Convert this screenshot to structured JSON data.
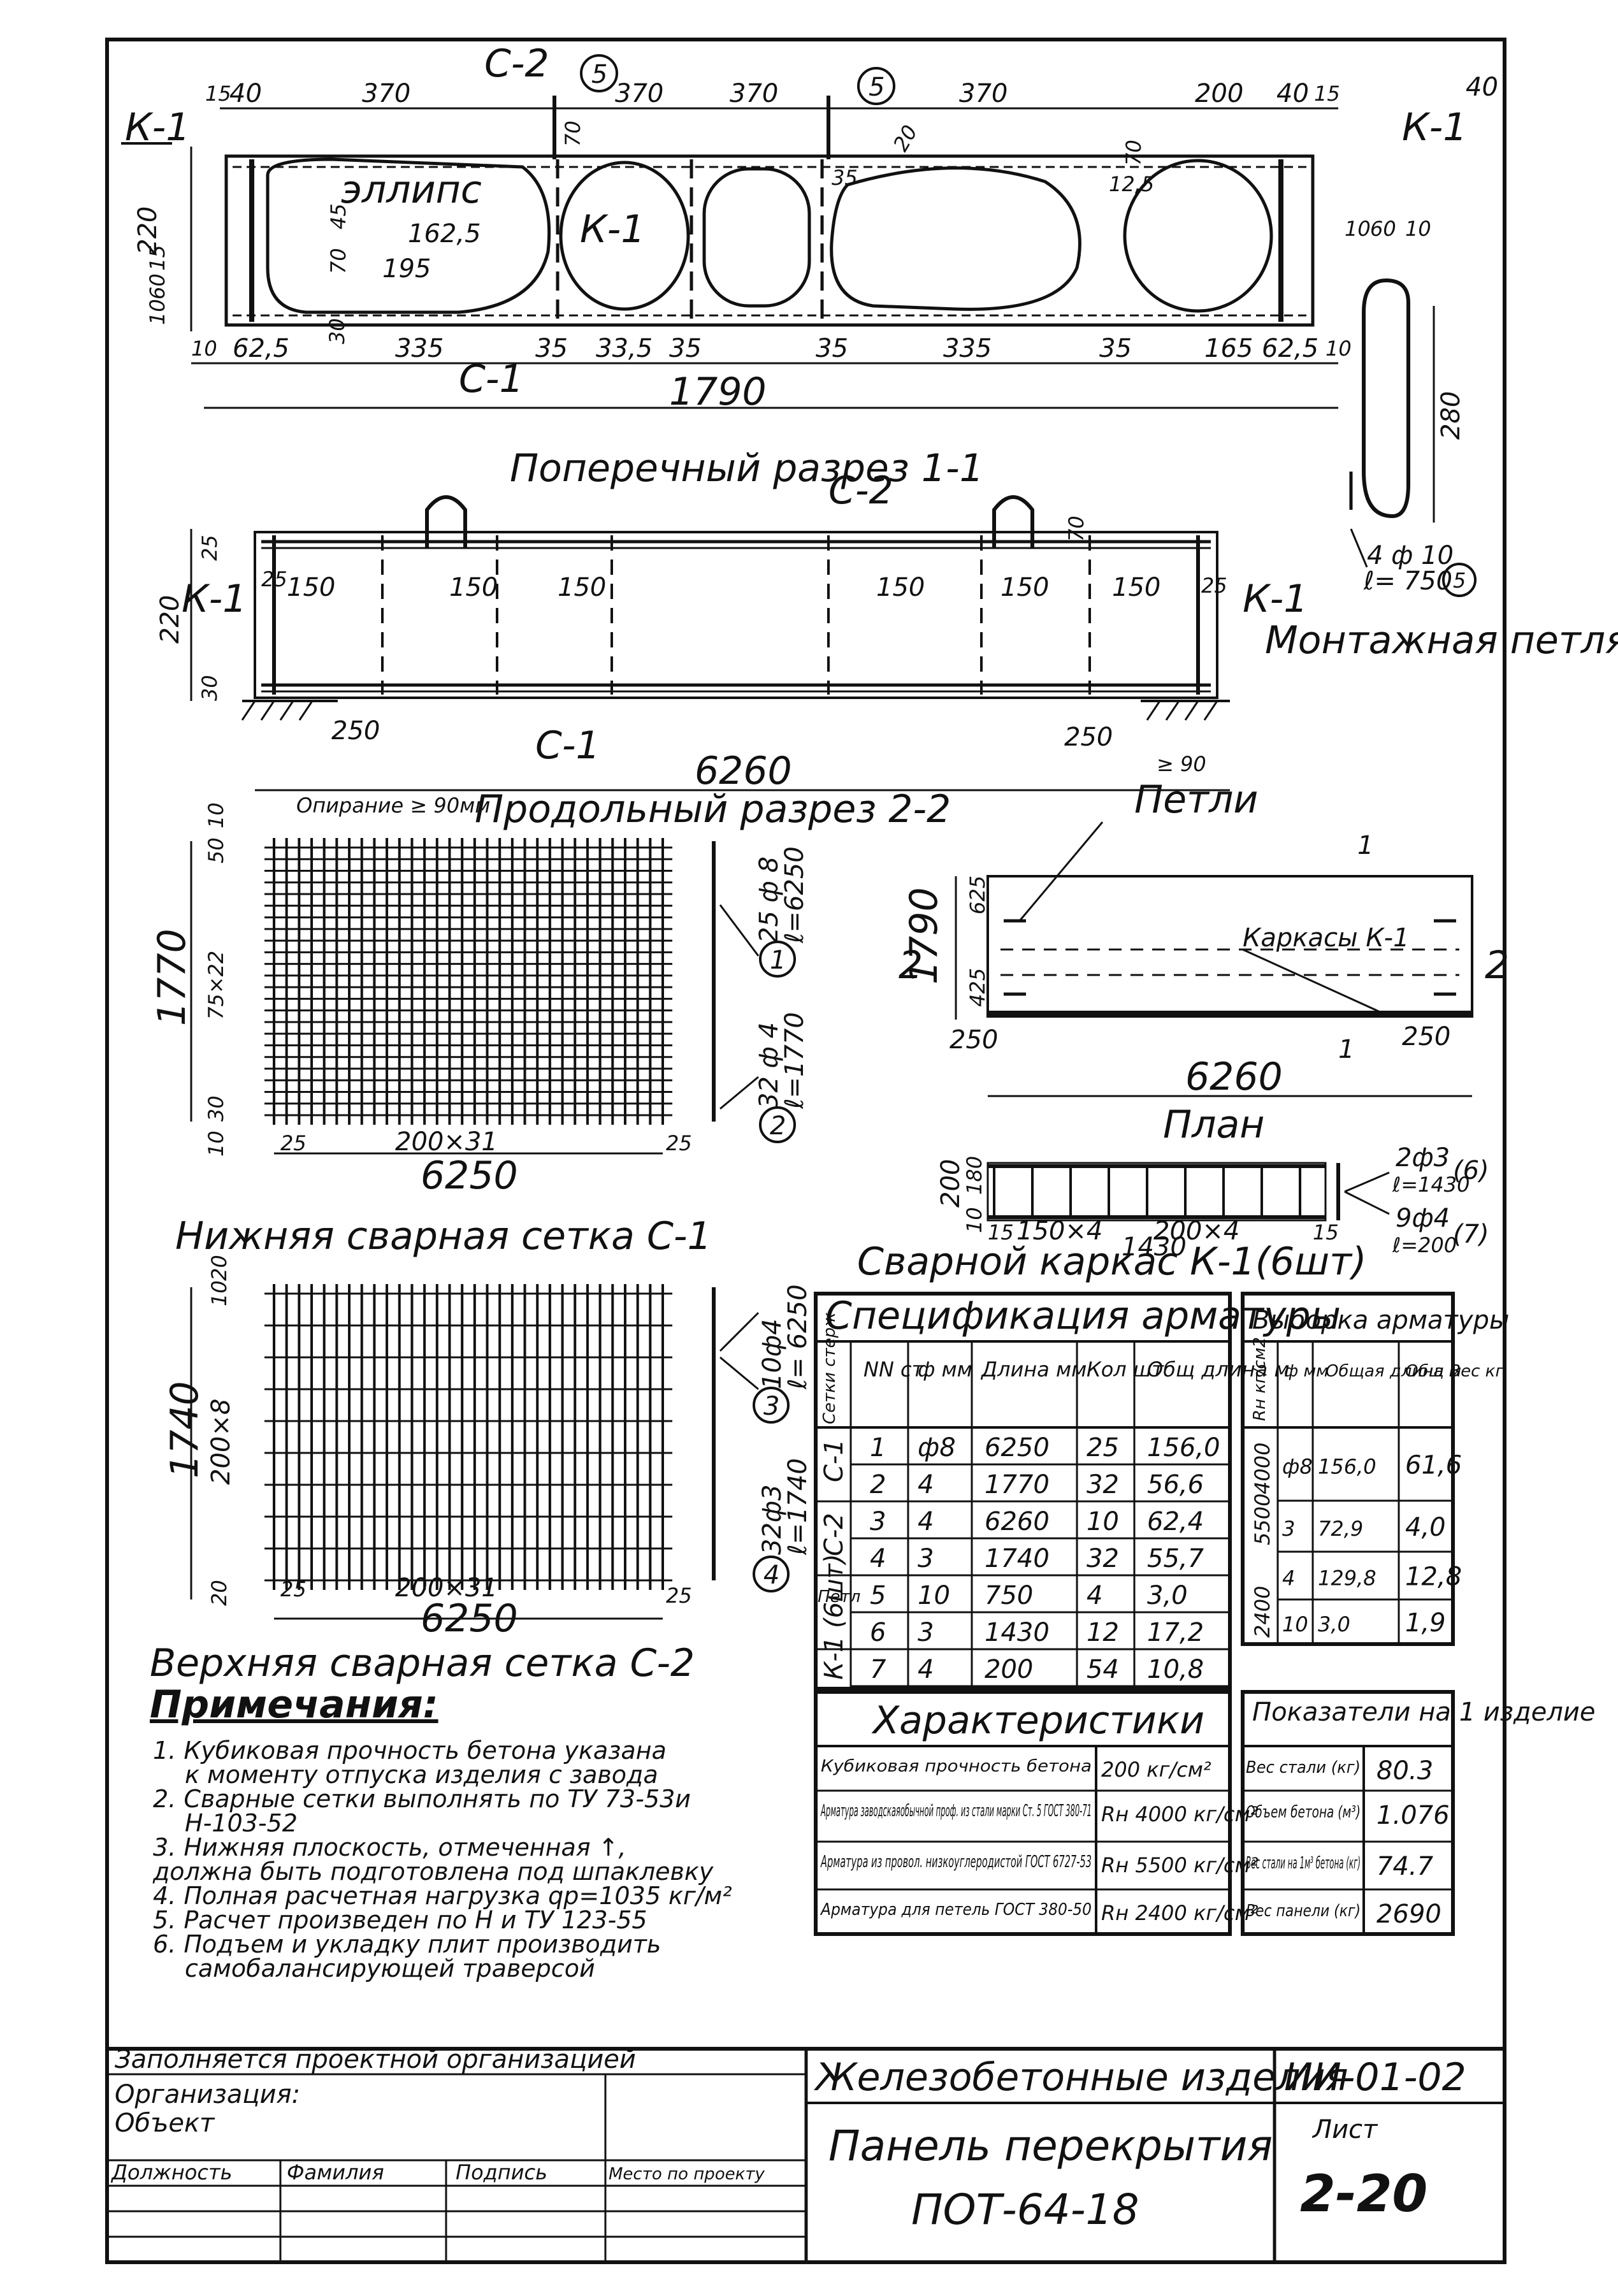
{
  "sheet": {
    "page_number": "40"
  },
  "section_1_1": {
    "title": "Поперечный разрез 1-1",
    "labels": {
      "k1_left": "К-1",
      "k1_right": "К-1",
      "k1_mid": "К-1",
      "c2": "С-2",
      "c1": "С-1",
      "ellipse": "эллипс",
      "loop_mark": "5"
    },
    "top_dims": [
      "15",
      "40",
      "370",
      "370",
      "370",
      "370",
      "200",
      "40",
      "15"
    ],
    "bottom_dims": [
      "10",
      "62,5",
      "335",
      "35",
      "33,5",
      "35",
      "35",
      "335",
      "35",
      "165",
      "62,5",
      "10"
    ],
    "total": "1790",
    "height": "220",
    "left_dims": [
      "10",
      "60",
      "15"
    ],
    "inner_dims": [
      "162,5",
      "195",
      "70",
      "45",
      "30",
      "70",
      "20",
      "12,5",
      "35",
      "70"
    ]
  },
  "loop_detail": {
    "title": "Монтажная петля",
    "dims": [
      "10",
      "60",
      "10",
      "280"
    ],
    "spec_line1": "4 ф 10",
    "spec_line2": "ℓ= 750",
    "mark": "5"
  },
  "section_2_2": {
    "title": "Продольный разрез 2-2",
    "labels": {
      "k1_left": "К-1",
      "k1_right": "К-1",
      "c2": "С-2",
      "c1": "С-1"
    },
    "spacings": [
      "150",
      "150",
      "150",
      "150",
      "150",
      "150"
    ],
    "edge_dims": [
      "25",
      "25",
      "25",
      "30",
      "220",
      "70"
    ],
    "support_dims": [
      "250",
      "250",
      "≥ 90"
    ],
    "total": "6260",
    "bearing_note": "Опирание ≥ 90мм",
    "loops_label": "Петли"
  },
  "mesh_c1": {
    "title": "Нижняя сварная сетка С-1",
    "height": "1770",
    "pitch_v": "75×22",
    "width": "6250",
    "pitch_h": "200×31",
    "edges": [
      "50",
      "10",
      "30",
      "10",
      "25",
      "25"
    ],
    "bar1_line1": "25 ф 8",
    "bar1_line2": "ℓ=6250",
    "bar1_mark": "1",
    "bar2_line1": "32 ф 4",
    "bar2_line2": "ℓ=1770",
    "bar2_mark": "2"
  },
  "plan": {
    "title": "План",
    "width": "6260",
    "height": "1790",
    "dims": [
      "625",
      "425",
      "250",
      "250"
    ],
    "frames_label": "Каркасы К-1",
    "section_mark_2": "2",
    "section_mark_1": "1"
  },
  "frame_k1": {
    "title": "Сварной каркас К-1(6шт)",
    "dims": [
      "200",
      "180",
      "10",
      "15",
      "150×4",
      "200×4",
      "15",
      "1430"
    ],
    "bar6_line1": "2ф3",
    "bar6_line2": "ℓ=1430",
    "bar6_mark": "(6)",
    "bar7_line1": "9ф4",
    "bar7_line2": "ℓ=200",
    "bar7_mark": "(7)"
  },
  "mesh_c2": {
    "title": "Верхняя сварная сетка С-2",
    "height": "1740",
    "pitch_v": "200×8",
    "width": "6250",
    "pitch_h": "200×31",
    "edges": [
      "10",
      "20",
      "20",
      "25",
      "25"
    ],
    "bar3_line1": "10ф4",
    "bar3_line2": "ℓ= 6250",
    "bar3_mark": "3",
    "bar4_line1": "32ф3",
    "bar4_line2": "ℓ=1740",
    "bar4_mark": "4"
  },
  "spec_table": {
    "title": "Спецификация арматуры",
    "headers": [
      "Сетки стерж",
      "NN ст.",
      "ф мм",
      "Длина мм",
      "Кол шт",
      "Общ длина м"
    ],
    "rows": [
      {
        "group": "С-1",
        "n": "1",
        "d": "ф8",
        "len": "6250",
        "qty": "25",
        "total": "156,0"
      },
      {
        "group": "",
        "n": "2",
        "d": "4",
        "len": "1770",
        "qty": "32",
        "total": "56,6"
      },
      {
        "group": "С-2",
        "n": "3",
        "d": "4",
        "len": "6260",
        "qty": "10",
        "total": "62,4"
      },
      {
        "group": "",
        "n": "4",
        "d": "3",
        "len": "1740",
        "qty": "32",
        "total": "55,7"
      },
      {
        "group": "Петл",
        "n": "5",
        "d": "10",
        "len": "750",
        "qty": "4",
        "total": "3,0"
      },
      {
        "group": "К-1 (6шт)",
        "n": "6",
        "d": "3",
        "len": "1430",
        "qty": "12",
        "total": "17,2"
      },
      {
        "group": "",
        "n": "7",
        "d": "4",
        "len": "200",
        "qty": "54",
        "total": "10,8"
      }
    ]
  },
  "sample_table": {
    "title": "Выборка арматуры",
    "headers": [
      "Rн кг/см2",
      "ф мм",
      "Общая длина м",
      "Общ Вес кг"
    ],
    "rows": [
      {
        "r": "4000",
        "d": "ф8",
        "len": "156,0",
        "w": "61,6"
      },
      {
        "r": "5500",
        "d": "3",
        "len": "72,9",
        "w": "4,0"
      },
      {
        "r": "",
        "d": "4",
        "len": "129,8",
        "w": "12,8"
      },
      {
        "r": "2400",
        "d": "10",
        "len": "3,0",
        "w": "1,9"
      }
    ]
  },
  "characteristics": {
    "title": "Характеристики",
    "rows": [
      {
        "name": "Кубиковая прочность бетона",
        "value": "200 кг/см²"
      },
      {
        "name": "Арматура заводскаяобычной проф. из стали марки Ст. 5 ГОСТ 380-71",
        "value": "Rн 4000 кг/см²"
      },
      {
        "name": "Арматура из провол. низкоуглеродистой ГОСТ 6727-53",
        "value": "Rн 5500 кг/см²"
      },
      {
        "name": "Арматура для петель ГОСТ 380-50",
        "value": "Rн 2400 кг/см²"
      }
    ]
  },
  "indicators": {
    "title": "Показатели на 1 изделие",
    "rows": [
      {
        "name": "Вес стали (кг)",
        "value": "80.3"
      },
      {
        "name": "Объем бетона (м³)",
        "value": "1.076"
      },
      {
        "name": "Вес стали на 1м³ бетона (кг)",
        "value": "74.7"
      },
      {
        "name": "Вес панели (кг)",
        "value": "2690"
      }
    ]
  },
  "notes": {
    "title": "Примечания:",
    "items": [
      "1. Кубиковая прочность бетона указана",
      "к моменту отпуска изделия с завода",
      "2. Сварные сетки выполнять по ТУ 73-53и",
      "Н-103-52",
      "3. Нижняя плоскость, отмеченная ↑,",
      "должна быть подготовлена под шпаклевку",
      "4. Полная расчетная нагрузка qр=1035 кг/м²",
      "5. Расчет произведен по Н и ТУ 123-55",
      "6. Подъем и укладку плит производить",
      "самобалансирующей траверсой"
    ]
  },
  "title_block": {
    "filled_by": "Заполняется проектной организацией",
    "organization": "Организация:",
    "object": "Объект",
    "col_position": "Должность",
    "col_surname": "Фамилия",
    "col_signature": "Подпись",
    "col_place": "Место по проекту",
    "series_title": "Железобетонные изделия",
    "code": "ИИ-01-02",
    "product_line1": "Панель перекрытия",
    "product_line2": "ПОТ-64-18",
    "sheet_label": "Лист",
    "sheet_number": "2-20"
  }
}
